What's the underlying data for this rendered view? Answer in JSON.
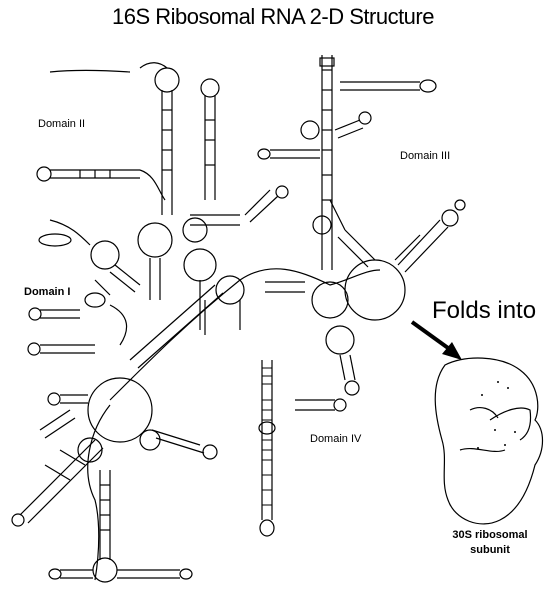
{
  "title": "16S Ribosomal RNA 2-D Structure",
  "domains": {
    "domain_1": "Domain I",
    "domain_2": "Domain II",
    "domain_3": "Domain III",
    "domain_4": "Domain IV"
  },
  "arrow_label": "Folds into",
  "subunit_label_line1": "30S ribosomal",
  "subunit_label_line2": "subunit",
  "colors": {
    "ink": "#000000",
    "background": "#ffffff"
  }
}
